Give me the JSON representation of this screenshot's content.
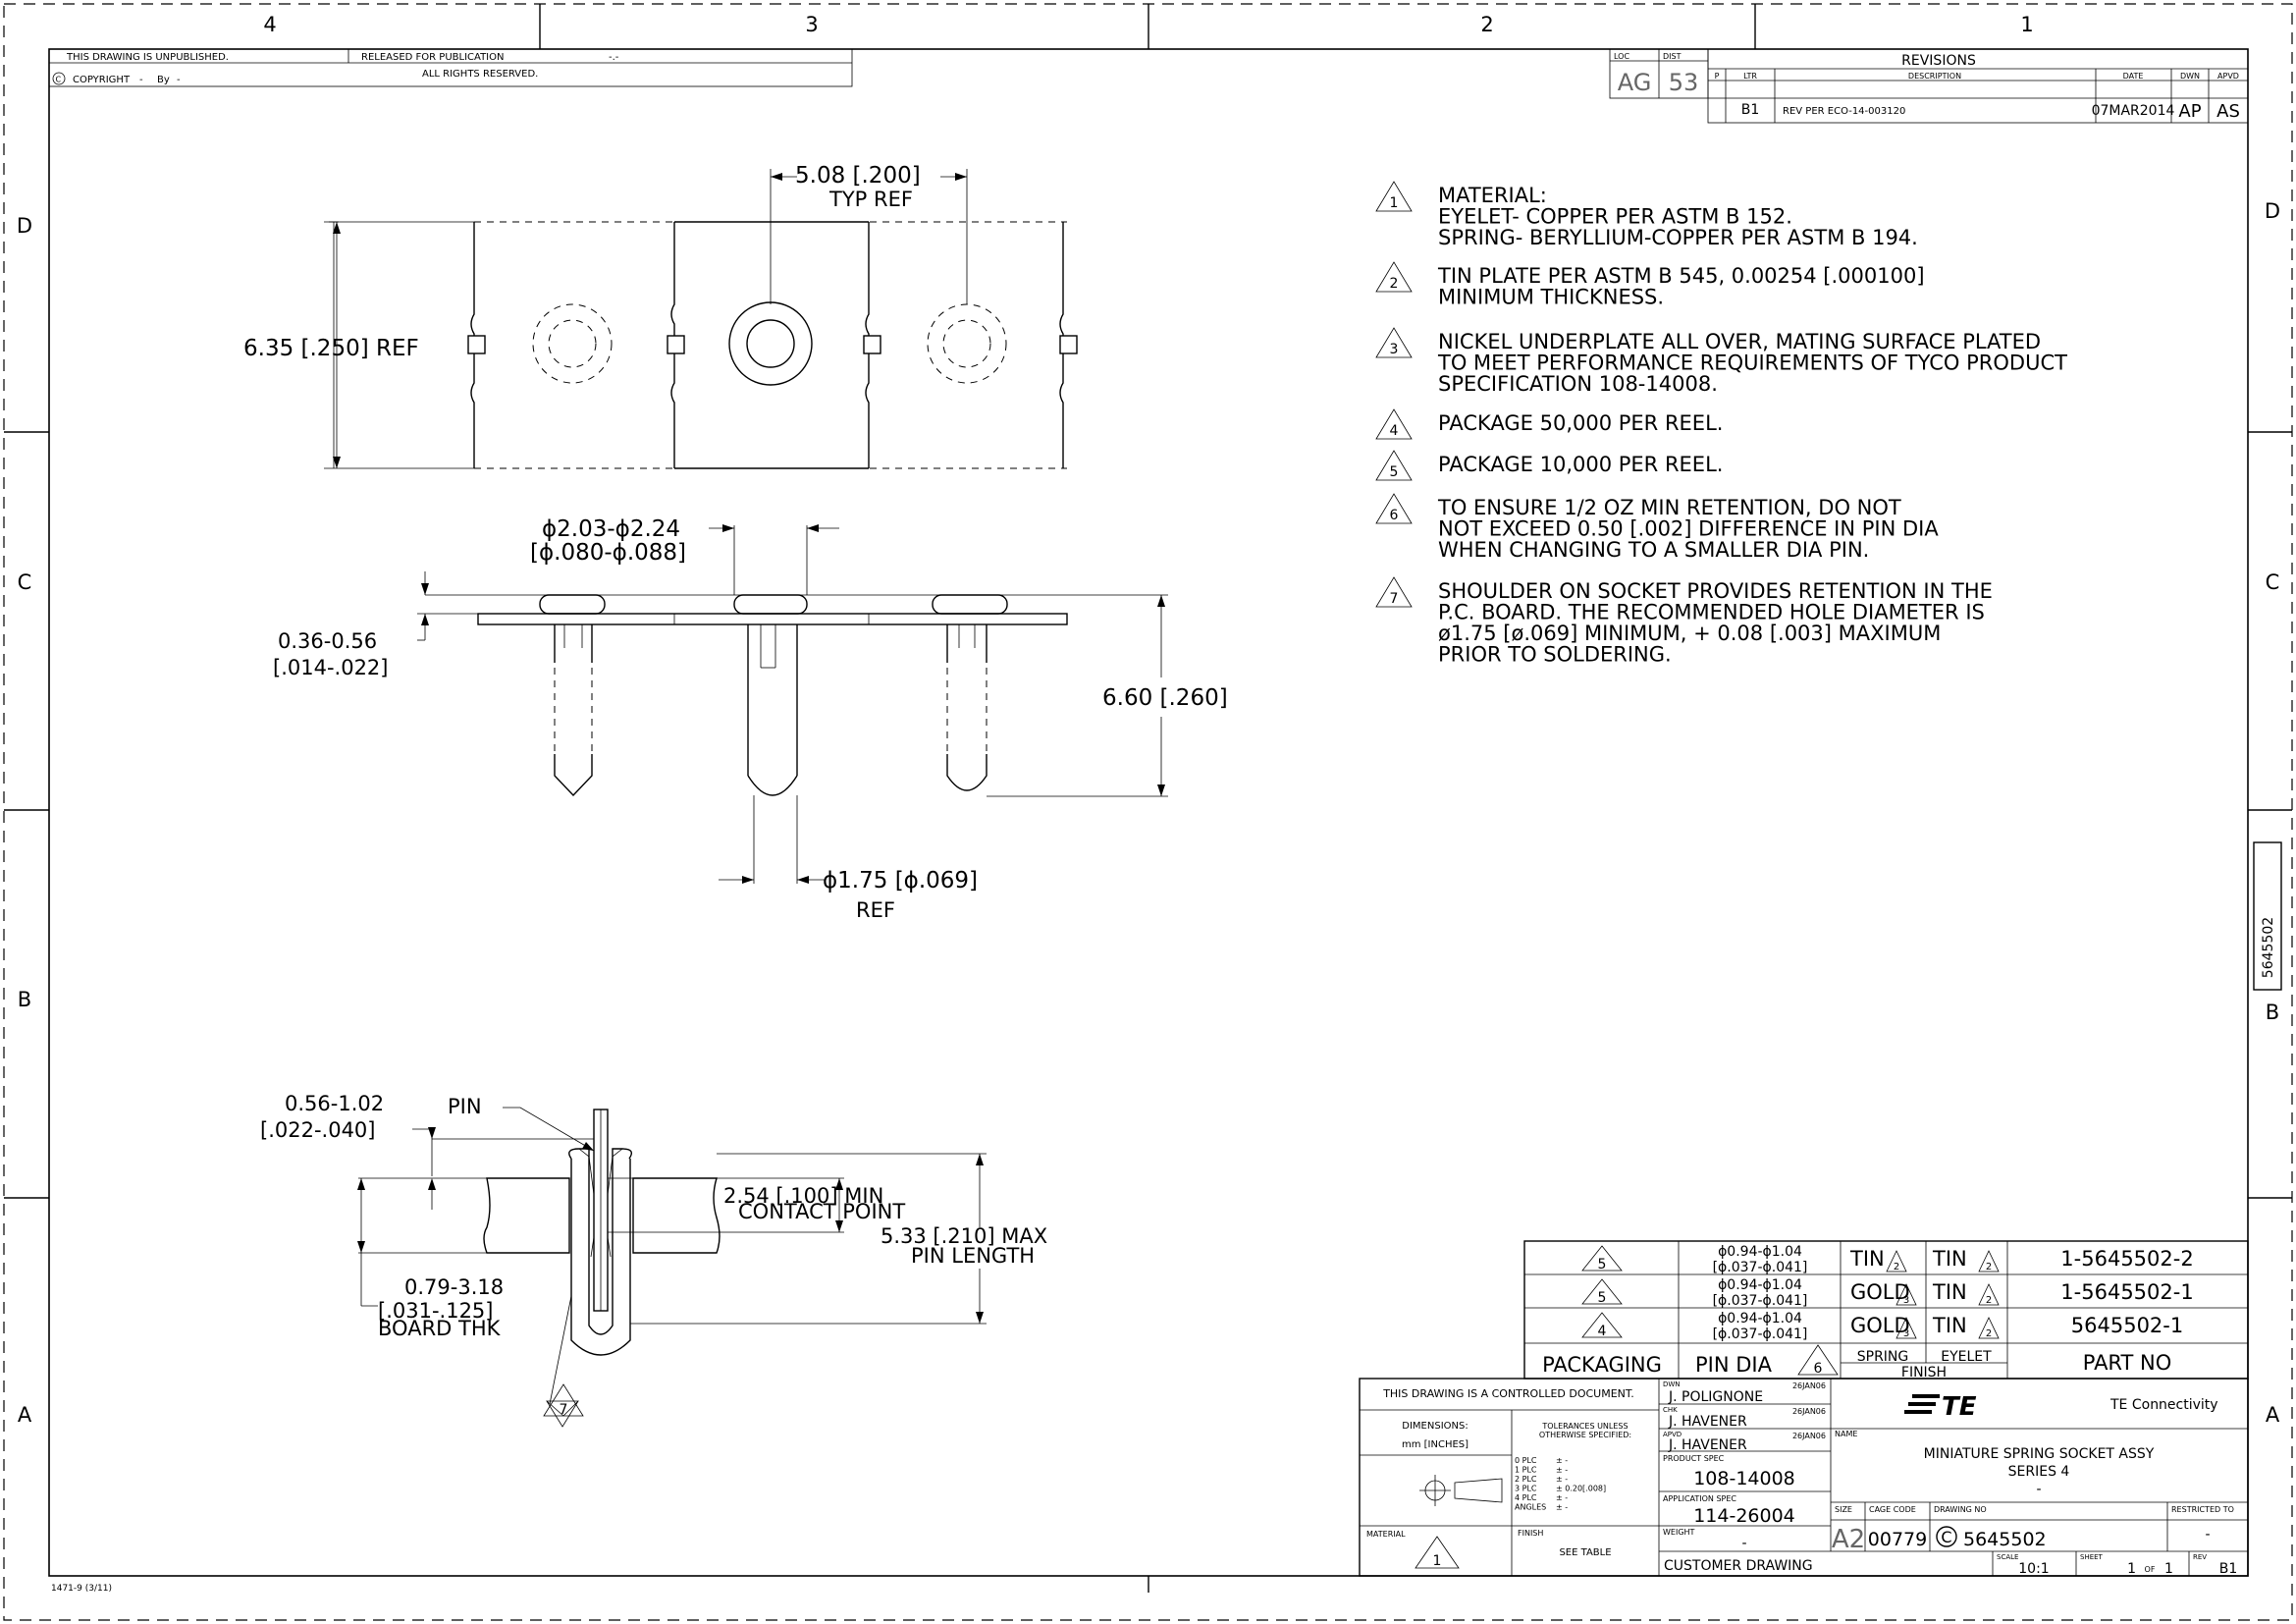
{
  "zones": {
    "top": [
      "4",
      "3",
      "2",
      "1"
    ],
    "left": [
      "D",
      "C",
      "B",
      "A"
    ],
    "right": [
      "D",
      "C",
      "B",
      "A"
    ]
  },
  "header": {
    "unpublished": "THIS DRAWING IS UNPUBLISHED.",
    "released": "RELEASED FOR PUBLICATION",
    "copyright": "COPYRIGHT",
    "by": "By",
    "rights": "ALL RIGHTS RESERVED."
  },
  "loc_dist": {
    "loc_label": "LOC",
    "dist_label": "DIST",
    "loc": "AG",
    "dist": "53"
  },
  "revisions": {
    "title": "REVISIONS",
    "columns": [
      "P",
      "LTR",
      "DESCRIPTION",
      "DATE",
      "DWN",
      "APVD"
    ],
    "rows": [
      {
        "ltr": "B1",
        "description": "REV PER ECO-14-003120",
        "date": "07MAR2014",
        "dwn": "AP",
        "apvd": "AS"
      }
    ]
  },
  "notes": [
    {
      "num": "1",
      "lines": [
        "MATERIAL:",
        "EYELET- COPPER PER ASTM B 152.",
        "SPRING- BERYLLIUM-COPPER PER ASTM B 194."
      ]
    },
    {
      "num": "2",
      "lines": [
        "TIN PLATE PER ASTM B 545, 0.00254 [.000100]",
        "MINIMUM THICKNESS."
      ]
    },
    {
      "num": "3",
      "lines": [
        "NICKEL UNDERPLATE ALL OVER, MATING SURFACE PLATED",
        "TO MEET PERFORMANCE REQUIREMENTS OF TYCO PRODUCT",
        "SPECIFICATION 108-14008."
      ]
    },
    {
      "num": "4",
      "lines": [
        "PACKAGE 50,000 PER REEL."
      ]
    },
    {
      "num": "5",
      "lines": [
        "PACKAGE 10,000 PER REEL."
      ]
    },
    {
      "num": "6",
      "lines": [
        "TO ENSURE 1/2 OZ MIN RETENTION, DO NOT",
        "NOT EXCEED 0.50 [.002] DIFFERENCE IN PIN DIA",
        "WHEN CHANGING TO A SMALLER DIA PIN."
      ]
    },
    {
      "num": "7",
      "lines": [
        "SHOULDER ON SOCKET PROVIDES RETENTION IN THE",
        "P.C. BOARD. THE RECOMMENDED HOLE DIAMETER IS",
        "ø1.75 [ø.069] MINIMUM, + 0.08 [.003] MAXIMUM",
        "PRIOR TO SOLDERING."
      ]
    }
  ],
  "dims": {
    "pitch": "5.08 [.200]",
    "pitch_note": "TYP REF",
    "width": "6.35 [.250] REF",
    "pin_dia_1": "ϕ2.03-ϕ2.24",
    "pin_dia_2": "[ϕ.080-ϕ.088]",
    "flange_1": "0.36-0.56",
    "flange_2": "[.014-.022]",
    "height": "6.60 [.260]",
    "hole_1": "ϕ1.75 [ϕ.069]",
    "hole_2": "REF",
    "pin_label": "PIN",
    "protrude_1": "0.56-1.02",
    "protrude_2": "[.022-.040]",
    "contact_1": "2.54 [.100] MIN",
    "contact_2": "CONTACT POINT",
    "length_1": "5.33 [.210] MAX",
    "length_2": "PIN LENGTH",
    "board_1": "0.79-3.18",
    "board_2": "[.031-.125]",
    "board_3": "BOARD THK",
    "note_ref": "7"
  },
  "part_table": {
    "rows": [
      {
        "pkg": "5",
        "dia1": "ϕ0.94-ϕ1.04",
        "dia2": "[ϕ.037-ϕ.041]",
        "spring": "TIN",
        "spring_note": "2",
        "eyelet": "TIN",
        "eyelet_note": "2",
        "part": "1-5645502-2"
      },
      {
        "pkg": "5",
        "dia1": "ϕ0.94-ϕ1.04",
        "dia2": "[ϕ.037-ϕ.041]",
        "spring": "GOLD",
        "spring_note": "3",
        "eyelet": "TIN",
        "eyelet_note": "2",
        "part": "1-5645502-1"
      },
      {
        "pkg": "4",
        "dia1": "ϕ0.94-ϕ1.04",
        "dia2": "[ϕ.037-ϕ.041]",
        "spring": "GOLD",
        "spring_note": "3",
        "eyelet": "TIN",
        "eyelet_note": "2",
        "part": "5645502-1"
      }
    ],
    "headers": {
      "packaging": "PACKAGING",
      "pin_dia": "PIN DIA",
      "pin_dia_note": "6",
      "spring": "SPRING",
      "eyelet": "EYELET",
      "finish": "FINISH",
      "part_no": "PART NO"
    }
  },
  "title_block": {
    "controlled": "THIS DRAWING IS A CONTROLLED DOCUMENT.",
    "dimensions": "DIMENSIONS:",
    "units": "mm [INCHES]",
    "tolerances_1": "TOLERANCES UNLESS",
    "tolerances_2": "OTHERWISE SPECIFIED:",
    "tol_rows": [
      "0 PLC",
      "1 PLC",
      "2 PLC",
      "3 PLC",
      "4 PLC",
      "ANGLES"
    ],
    "tol_vals": [
      "± -",
      "± -",
      "± -",
      "± 0.20[.008]",
      "± -",
      "± -"
    ],
    "material": "MATERIAL",
    "material_note": "1",
    "finish": "FINISH",
    "finish_val": "SEE TABLE",
    "dwn_label": "DWN",
    "dwn": "J. POLIGNONE",
    "dwn_date": "26JAN06",
    "chk_label": "CHK",
    "chk": "J. HAVENER",
    "chk_date": "26JAN06",
    "apvd_label": "APVD",
    "apvd": "J. HAVENER",
    "apvd_date": "26JAN06",
    "product_spec_label": "PRODUCT SPEC",
    "product_spec": "108-14008",
    "app_spec_label": "APPLICATION SPEC",
    "app_spec": "114-26004",
    "weight_label": "WEIGHT",
    "weight": "-",
    "customer": "CUSTOMER DRAWING",
    "logo": "TE",
    "company": "TE Connectivity",
    "name_label": "NAME",
    "name_1": "MINIATURE SPRING SOCKET ASSY",
    "name_2": "SERIES 4",
    "name_3": "-",
    "size_label": "SIZE",
    "size": "A2",
    "cage_label": "CAGE CODE",
    "cage": "00779",
    "dwg_label": "DRAWING NO",
    "dwg_prefix": "C",
    "dwg": "5645502",
    "restricted_label": "RESTRICTED TO",
    "restricted": "-",
    "scale_label": "SCALE",
    "scale": "10:1",
    "sheet_label": "SHEET",
    "sheet": "1",
    "sheet_of": "OF",
    "sheet_total": "1",
    "rev_label": "REV",
    "rev": "B1"
  },
  "side_tab": "5645502",
  "form_no": "1471-9 (3/11)"
}
